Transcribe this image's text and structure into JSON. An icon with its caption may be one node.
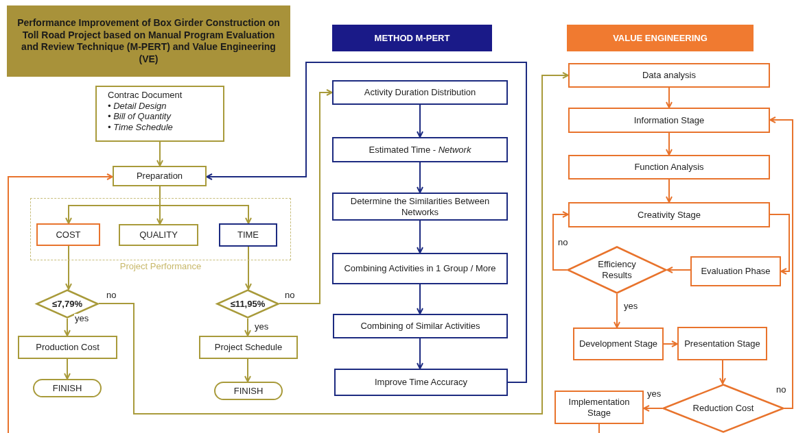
{
  "diagram": {
    "title": "Performance Improvement of Box Girder Construction on Toll Road Project based on Manual Program Evaluation and Review Technique (M-PERT) and Value Engineering (VE)",
    "nodes": [
      {
        "text": [
          "Contrac Document",
          "• Detail Design",
          "• Bill of Quantity",
          "• Time Schedule"
        ]
      },
      {
        "text": [
          "Preparation"
        ]
      },
      {
        "text": [
          "Project Performance"
        ]
      },
      {
        "text": [
          "COST"
        ],
        "in": 2
      },
      {
        "text": [
          "QUALITY"
        ],
        "in": 2
      },
      {
        "text": [
          "TIME"
        ],
        "in": 2
      },
      {
        "text": [
          "≤7,79%"
        ]
      },
      {
        "text": [
          "Production Cost"
        ]
      },
      {
        "text": [
          "FINISH"
        ]
      },
      {
        "text": [
          "≤11,95%"
        ]
      },
      {
        "text": [
          "Project Schedule"
        ]
      },
      {
        "text": [
          "FINISH"
        ]
      },
      {
        "text": [
          "METHOD M-PERT"
        ]
      },
      {
        "text": [
          "Activity Duration Distribution"
        ]
      },
      {
        "text": [
          "Estimated Time - *Network*"
        ]
      },
      {
        "text": [
          "Determine the Similarities Between Networks"
        ]
      },
      {
        "text": [
          "Combining Activities in 1 Group / More"
        ]
      },
      {
        "text": [
          "Combining of Similar Activities"
        ]
      },
      {
        "text": [
          "Improve Time Accuracy"
        ]
      },
      {
        "text": [
          "VALUE ENGINEERING"
        ]
      },
      {
        "text": [
          "Data analysis"
        ]
      },
      {
        "text": [
          "Information Stage"
        ]
      },
      {
        "text": [
          "Function Analysis"
        ]
      },
      {
        "text": [
          "Creativity Stage"
        ]
      },
      {
        "text": [
          "Efficiency Results"
        ]
      },
      {
        "text": [
          "Evaluation Phase"
        ]
      },
      {
        "text": [
          "Development Stage"
        ]
      },
      {
        "text": [
          "Presentation Stage"
        ]
      },
      {
        "text": [
          "Implementation Stage"
        ]
      },
      {
        "text": [
          "Reduction Cost"
        ]
      }
    ],
    "edges": [
      {
        "from": 0,
        "to": 1,
        "arrow": "to",
        "color": "#a89a3a"
      },
      {
        "from": 1,
        "to": 3,
        "arrow": "to",
        "color": "#a89a3a"
      },
      {
        "from": 1,
        "to": 4,
        "arrow": "to",
        "color": "#a89a3a"
      },
      {
        "from": 1,
        "to": 5,
        "arrow": "to",
        "color": "#a89a3a"
      },
      {
        "from": 3,
        "to": 6,
        "arrow": "to",
        "color": "#a89a3a"
      },
      {
        "from": 6,
        "to": 7,
        "label": "yes",
        "arrow": "to",
        "color": "#a89a3a"
      },
      {
        "from": 7,
        "to": 8,
        "arrow": "to",
        "color": "#a89a3a"
      },
      {
        "from": 5,
        "to": 9,
        "arrow": "to",
        "color": "#a89a3a"
      },
      {
        "from": 9,
        "to": 10,
        "label": "yes",
        "arrow": "to",
        "color": "#a89a3a"
      },
      {
        "from": 10,
        "to": 11,
        "arrow": "to",
        "color": "#a89a3a"
      },
      {
        "from": 9,
        "to": 13,
        "label": "no",
        "arrow": "to",
        "color": "#a89a3a"
      },
      {
        "from": 6,
        "to": 20,
        "label": "no",
        "arrow": "to",
        "color": "#a89a3a"
      },
      {
        "from": 13,
        "to": 14,
        "arrow": "to",
        "color": "#1c2a80"
      },
      {
        "from": 14,
        "to": 15,
        "arrow": "to",
        "color": "#1c2a80"
      },
      {
        "from": 15,
        "to": 16,
        "arrow": "to",
        "color": "#1c2a80"
      },
      {
        "from": 16,
        "to": 17,
        "arrow": "to",
        "color": "#1c2a80"
      },
      {
        "from": 17,
        "to": 18,
        "arrow": "to",
        "color": "#1c2a80"
      },
      {
        "from": 18,
        "to": 1,
        "arrow": "to",
        "color": "#1c2a80"
      },
      {
        "from": 20,
        "to": 21,
        "arrow": "to"
      },
      {
        "from": 21,
        "to": 22,
        "arrow": "to"
      },
      {
        "from": 22,
        "to": 23,
        "arrow": "to"
      },
      {
        "from": 23,
        "to": 25,
        "arrow": "to"
      },
      {
        "from": 25,
        "to": 24,
        "arrow": "to"
      },
      {
        "from": 24,
        "to": 23,
        "label": "no",
        "arrow": "to"
      },
      {
        "from": 24,
        "to": 26,
        "label": "yes",
        "arrow": "to"
      },
      {
        "from": 26,
        "to": 27,
        "arrow": "to"
      },
      {
        "from": 27,
        "to": 29,
        "arrow": "to"
      },
      {
        "from": 29,
        "to": 28,
        "label": "yes",
        "arrow": "to"
      },
      {
        "from": 29,
        "to": 21,
        "label": "no",
        "arrow": "to"
      },
      {
        "from": 28,
        "to": null,
        "arrow": "none"
      },
      {
        "from": null,
        "to": 1,
        "arrow": "to"
      }
    ]
  }
}
